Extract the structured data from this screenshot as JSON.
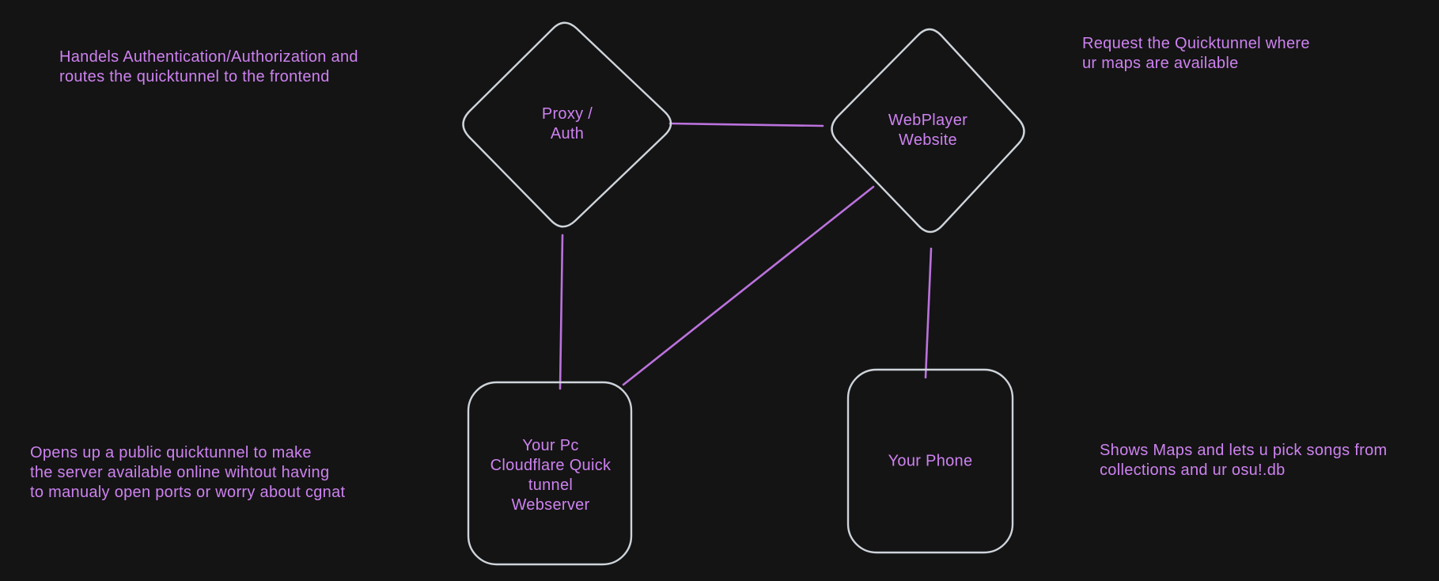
{
  "canvas": {
    "kind": "whiteboard-diagram",
    "background": "#141414"
  },
  "colors": {
    "canvas_bg": "#141414",
    "shape_stroke": "#ced4da",
    "connector": "#bb72dd",
    "ink": "#cd82f0"
  },
  "annotations": {
    "top_left": "Handels Authentication/Authorization and\nroutes the quicktunnel to the frontend",
    "top_right": "Request the Quicktunnel where\nur maps are available",
    "bottom_left": "Opens up a public quicktunnel to make\nthe server available online wihtout having\nto manualy open ports or worry about cgnat",
    "bottom_right": "Shows Maps and lets u pick songs from\ncollections and ur osu!.db"
  },
  "nodes": {
    "proxy_auth": {
      "label": "Proxy /\nAuth",
      "shape": "diamond"
    },
    "webplayer": {
      "label": "WebPlayer\nWebsite",
      "shape": "diamond"
    },
    "pc_webserver": {
      "label": "Your Pc\nCloudflare Quick\ntunnel\nWebserver",
      "shape": "rounded-rectangle"
    },
    "phone": {
      "label": "Your Phone",
      "shape": "rounded-rectangle"
    }
  },
  "connectors": [
    {
      "from": "proxy_auth",
      "to": "webplayer"
    },
    {
      "from": "proxy_auth",
      "to": "pc_webserver"
    },
    {
      "from": "webplayer",
      "to": "pc_webserver"
    },
    {
      "from": "webplayer",
      "to": "phone"
    }
  ]
}
